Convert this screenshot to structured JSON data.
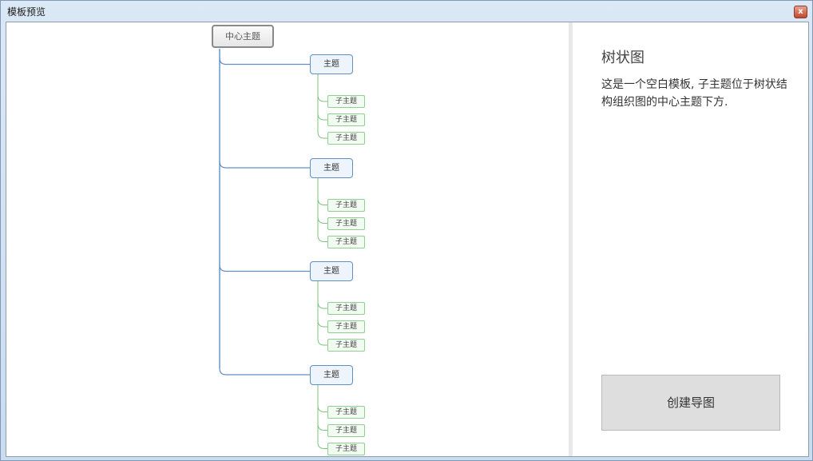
{
  "window": {
    "title": "模板预览",
    "close_glyph": "x"
  },
  "mindmap": {
    "center": "中心主题",
    "topics": [
      {
        "label": "主题",
        "subtopics": [
          "子主题",
          "子主题",
          "子主题"
        ]
      },
      {
        "label": "主题",
        "subtopics": [
          "子主题",
          "子主题",
          "子主题"
        ]
      },
      {
        "label": "主题",
        "subtopics": [
          "子主题",
          "子主题",
          "子主题"
        ]
      },
      {
        "label": "主题",
        "subtopics": [
          "子主题",
          "子主题",
          "子主题"
        ]
      }
    ]
  },
  "info": {
    "title": "树状图",
    "description": "这是一个空白模板, 子主题位于树状结构组织图的中心主题下方.",
    "create_button": "创建导图"
  },
  "colors": {
    "topic_line": "#5f8fc4",
    "subtopic_line": "#7cc47c"
  }
}
